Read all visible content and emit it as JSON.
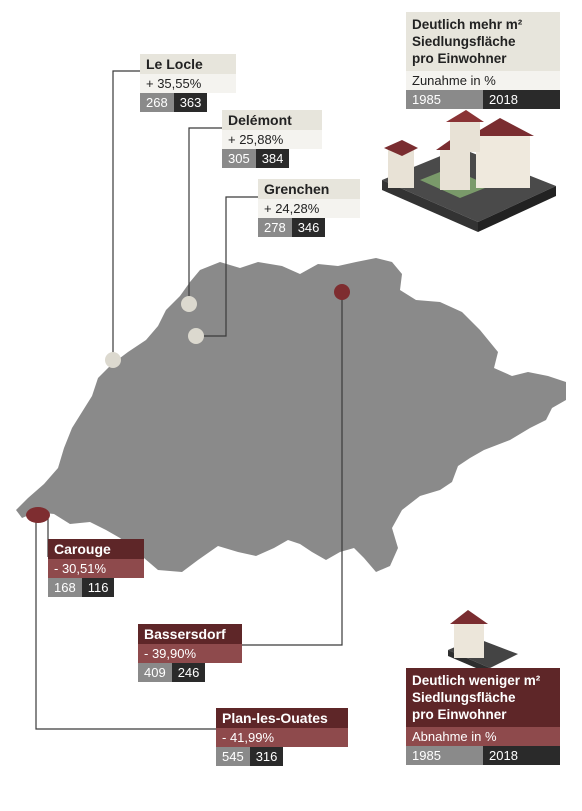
{
  "colors": {
    "map_fill": "#8a8a8a",
    "increase_dot": "#dcd9cf",
    "decrease_dot": "#7e2d30",
    "increase_header": "#e7e5dc",
    "decrease_header": "#5e2628",
    "year_1985": "#8a8a8a",
    "year_2018": "#2a2a2a"
  },
  "legend_increase": {
    "title_line1": "Deutlich mehr m²",
    "title_line2": "Siedlungsfläche",
    "title_line3": "pro Einwohner",
    "subtitle": "Zunahme in %",
    "year_a": "1985",
    "year_b": "2018",
    "icon": "city-buildings-icon"
  },
  "legend_decrease": {
    "title_line1": "Deutlich weniger m²",
    "title_line2": "Siedlungsfläche",
    "title_line3": "pro Einwohner",
    "subtitle": "Abnahme in %",
    "year_a": "1985",
    "year_b": "2018",
    "icon": "single-house-icon"
  },
  "places": {
    "le_locle": {
      "name": "Le Locle",
      "change": "+ 35,55%",
      "v1985": "268",
      "v2018": "363"
    },
    "delemont": {
      "name": "Delémont",
      "change": "+ 25,88%",
      "v1985": "305",
      "v2018": "384"
    },
    "grenchen": {
      "name": "Grenchen",
      "change": "+ 24,28%",
      "v1985": "278",
      "v2018": "346"
    },
    "carouge": {
      "name": "Carouge",
      "change": "- 30,51%",
      "v1985": "168",
      "v2018": "116"
    },
    "bassersdorf": {
      "name": "Bassersdorf",
      "change": "- 39,90%",
      "v1985": "409",
      "v2018": "246"
    },
    "plan_les_ouates": {
      "name": "Plan-les-Ouates",
      "change": "- 41,99%",
      "v1985": "545",
      "v2018": "316"
    }
  }
}
